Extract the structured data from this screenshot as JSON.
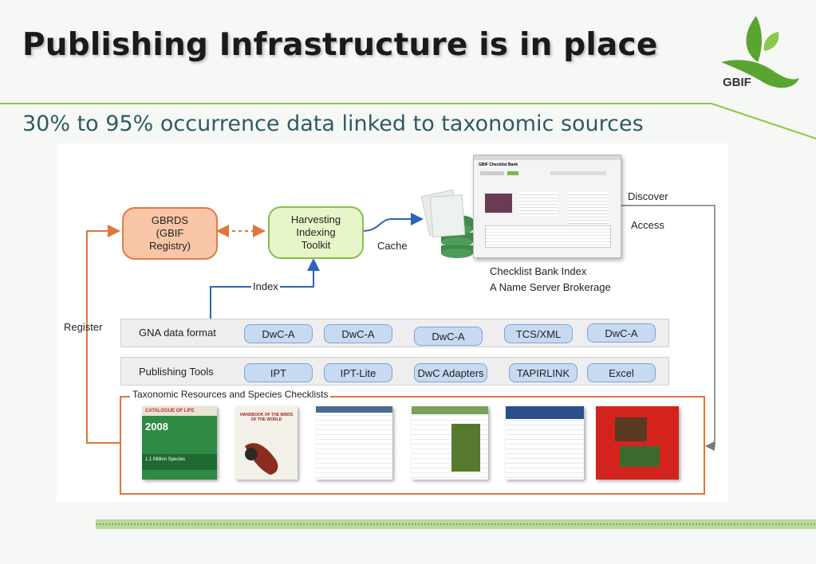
{
  "slide": {
    "title": "Publishing Infrastructure is in place",
    "subtitle": "30% to 95% occurrence data linked to taxonomic sources",
    "logo_text": "GBIF"
  },
  "diagram": {
    "gbrds": "GBRDS\n(GBIF\nRegistry)",
    "hit": "Harvesting\nIndexing\nToolkit",
    "cache": "Cache",
    "index": "Index",
    "register": "Register",
    "discover": "Discover",
    "access": "Access",
    "checklist_bank_index": "Checklist Bank Index",
    "name_server": "A Name Server Brokerage",
    "screen_title": "GBIF Checklist Bank",
    "gna_label": "GNA data format",
    "gna_items": [
      "DwC-A",
      "DwC-A",
      "DwC-A",
      "TCS/XML",
      "DwC-A"
    ],
    "tools_label": "Publishing Tools",
    "tools_items": [
      "IPT",
      "IPT-Lite",
      "DwC Adapters",
      "TAPIRLINK",
      "Excel"
    ],
    "resources_title": "Taxonomic Resources and Species Checklists",
    "col_title": "CATALOGUE OF LIFE",
    "col_year": "2008",
    "col_species": "1.1 Million Species",
    "hbw_title": "HANDBOOK OF THE BIRDS OF THE WORLD"
  },
  "colors": {
    "accent_green": "#7ab648",
    "orange": "#e0763b",
    "blue": "#2f64b8",
    "pill_blue": "#c7daf2"
  }
}
